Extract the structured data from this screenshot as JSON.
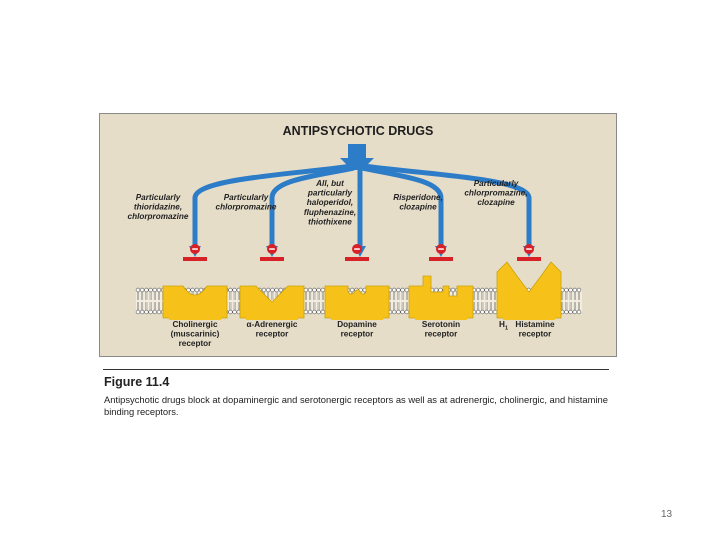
{
  "diagram": {
    "title": "ANTIPSYCHOTIC DRUGS",
    "colors": {
      "arrow": "#2d7cc7",
      "receptor": "#f6c219",
      "block": "#d82027",
      "panel": "#e6ddc9"
    },
    "drugs": [
      {
        "lines": [
          "Particularly",
          "thioridazine,",
          "chlorpromazine"
        ]
      },
      {
        "lines": [
          "Particularly",
          "chlorpromazine"
        ]
      },
      {
        "lines": [
          "All, but",
          "particularly",
          "haloperidol,",
          "fluphenazine,",
          "thiothixene"
        ]
      },
      {
        "lines": [
          "Risperidone,",
          "clozapine"
        ]
      },
      {
        "lines": [
          "Particularly",
          "chlorpromazine,",
          "clozapine"
        ]
      }
    ],
    "receptors": [
      {
        "lines": [
          "Cholinergic",
          "(muscarinic)",
          "receptor"
        ]
      },
      {
        "lines": [
          "α-Adrenergic",
          "receptor"
        ]
      },
      {
        "lines": [
          "Dopamine",
          "receptor"
        ]
      },
      {
        "lines": [
          "Serotonin",
          "receptor"
        ]
      },
      {
        "lines": [
          "Histamine",
          "receptor"
        ],
        "prefix": "H",
        "subscript": "1"
      }
    ]
  },
  "caption": {
    "label": "Figure 11.4",
    "text": "Antipsychotic drugs block at dopaminergic and serotonergic receptors as well as at adrenergic, cholinergic, and histamine binding receptors."
  },
  "page_number": "13"
}
